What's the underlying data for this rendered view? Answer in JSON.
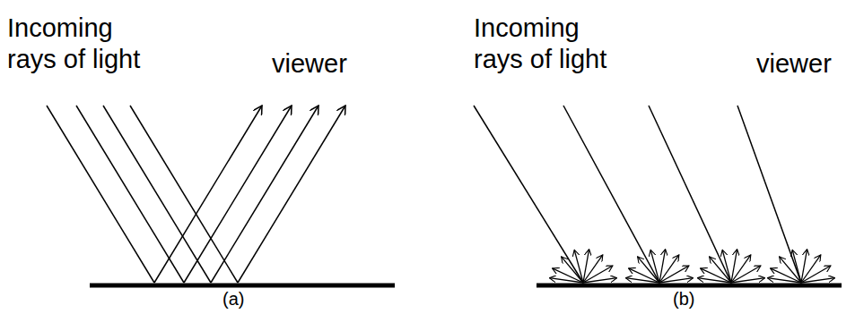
{
  "diagram": {
    "labels": [
      "Incoming rays of light",
      "viewer",
      "(a)",
      "Incoming rays of light",
      "viewer",
      "(b)"
    ]
  }
}
